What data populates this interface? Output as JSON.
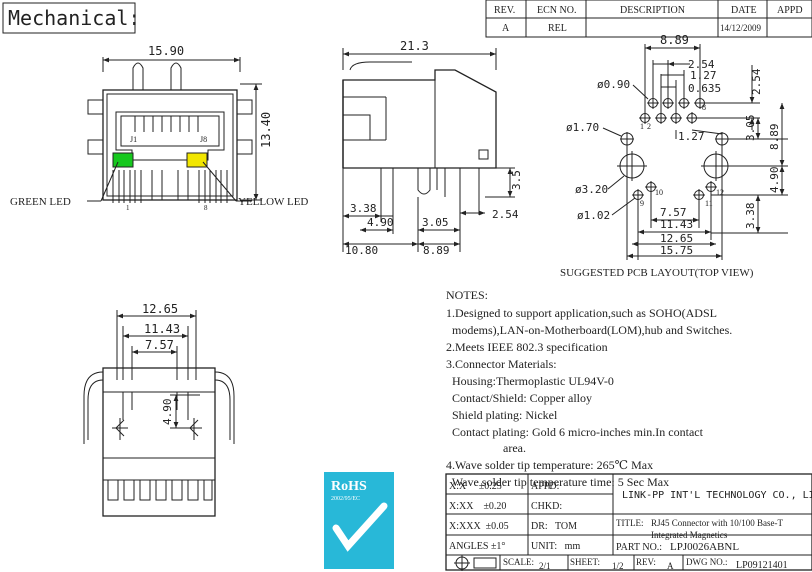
{
  "heading": "Mechanical:",
  "rev_table": {
    "headers": [
      "REV.",
      "ECN NO.",
      "DESCRIPTION",
      "DATE",
      "APPD"
    ],
    "row": [
      "A",
      "REL",
      "",
      "14/12/2009",
      ""
    ]
  },
  "front_view": {
    "width_dim": "15.90",
    "height_dim": "13.40",
    "pin_left": "J1",
    "pin_right": "J8",
    "pin1": "1",
    "pin8": "8",
    "green_led_label": "GREEN LED",
    "yellow_led_label": "YELLOW LED",
    "green_color": "#16c81e",
    "yellow_color": "#f2e600"
  },
  "side_view": {
    "length_dim": "21.3",
    "d_338": "3.38",
    "d_490": "4.90",
    "d_305": "3.05",
    "d_1080": "10.80",
    "d_889": "8.89",
    "d_35": "3.5",
    "d_254": "2.54"
  },
  "pcb_layout": {
    "d_889_top": "8.89",
    "d_254_top": "2.54",
    "d_127_top": "1.27",
    "d_0635": "0.635",
    "d_254_right": "2.54",
    "d_090": "ø0.90",
    "d_170": "ø1.70",
    "d_127_mid": "1.27",
    "d_305_right": "3.05",
    "d_889_right": "8.89",
    "d_490_right": "4.90",
    "d_338_right": "3.38",
    "d_320": "ø3.20",
    "d_102": "ø1.02",
    "d_757": "7.57",
    "d_1143": "11.43",
    "d_1265": "12.65",
    "d_1575": "15.75",
    "pin_2": "2",
    "pin_1": "1",
    "pin_8": "8",
    "pin_9": "9",
    "pin_10": "10",
    "pin_11": "11",
    "pin_12": "12",
    "caption": "SUGGESTED PCB LAYOUT(TOP VIEW)"
  },
  "bottom_view": {
    "d_1265": "12.65",
    "d_1143": "11.43",
    "d_757": "7.57",
    "d_490": "4.90"
  },
  "notes": {
    "title": "NOTES:",
    "lines": [
      "1.Designed to support application,such as SOHO(ADSL",
      "  modems),LAN-on-Motherboard(LOM),hub and Switches.",
      "2.Meets IEEE 802.3 specification",
      "3.Connector Materials:",
      "  Housing:Thermoplastic UL94V-0",
      "  Contact/Shield: Copper alloy",
      "  Shield plating: Nickel",
      "  Contact plating: Gold 6 micro-inches min.In contact",
      "                   area.",
      "4.Wave solder tip temperature: 265℃ Max",
      "  Wave solder tip temperature time: 5 Sec Max"
    ]
  },
  "rohs": {
    "title": "RoHS",
    "sub": "2002/95/EC",
    "color": "#28b8d8"
  },
  "title_block": {
    "tol_x": "X:X     ±0.25",
    "tol_xx": "X:XX    ±0.20",
    "tol_xxx": "X:XXX  ±0.05",
    "tol_ang": "ANGLES ±1°",
    "appd": "APPD:",
    "chkd": "CHKD:",
    "dr": "DR:   TOM",
    "unit": "UNIT:   mm",
    "company": "LINK-PP INT'L TECHNOLOGY CO., LIMITED",
    "title_label": "TITLE:",
    "title_line1": "RJ45 Connector with 10/100 Base-T",
    "title_line2": "Integrated Magnetics",
    "part_label": "PART NO.:",
    "part_no": "LPJ0026ABNL",
    "scale_label": "SCALE:",
    "scale": "2/1",
    "sheet_label": "SHEET:",
    "sheet": "1/2",
    "rev_label": "REV:",
    "rev": "A",
    "dwg_label": "DWG NO.:",
    "dwg_no": "LP09121401"
  }
}
